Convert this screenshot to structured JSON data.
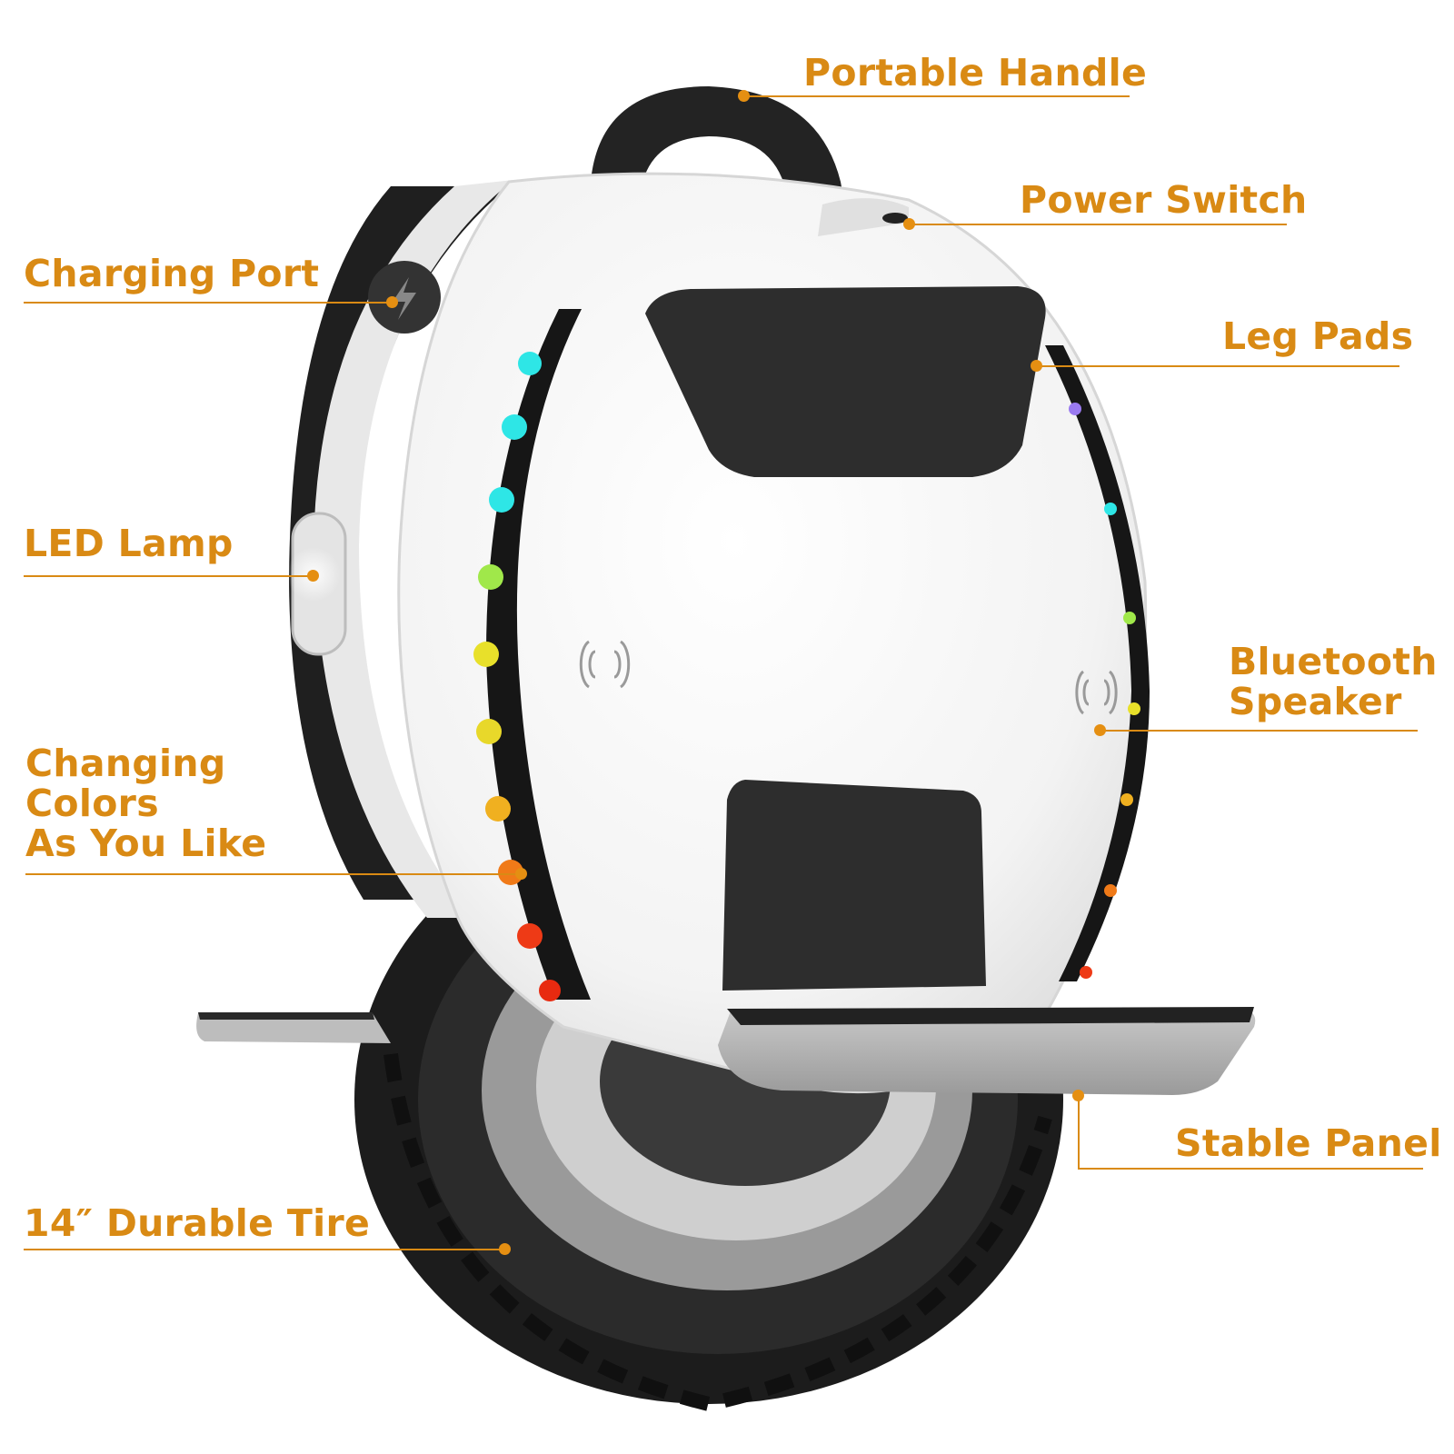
{
  "diagram": {
    "subject": "electric unicycle",
    "accent_color": "#d98a14",
    "body_color": "#f2f2f2",
    "trim_color": "#2a2a2a",
    "callouts": [
      {
        "id": "portable-handle",
        "label": "Portable Handle"
      },
      {
        "id": "power-switch",
        "label": "Power Switch"
      },
      {
        "id": "charging-port",
        "label": "Charging Port"
      },
      {
        "id": "leg-pads",
        "label": "Leg Pads"
      },
      {
        "id": "led-lamp",
        "label": "LED Lamp"
      },
      {
        "id": "bluetooth-speaker",
        "label": "Bluetooth\nSpeaker"
      },
      {
        "id": "changing-colors",
        "label": "Changing\nColors\nAs You Like"
      },
      {
        "id": "stable-panel",
        "label": "Stable Panel"
      },
      {
        "id": "durable-tire",
        "label": "14″ Durable Tire"
      }
    ],
    "led_colors": [
      "#2ee6e6",
      "#2ee6e6",
      "#2ee6e6",
      "#7de84a",
      "#e8e02a",
      "#e8e02a",
      "#f0b020",
      "#f07a18",
      "#ee3a16",
      "#e82a10"
    ]
  }
}
